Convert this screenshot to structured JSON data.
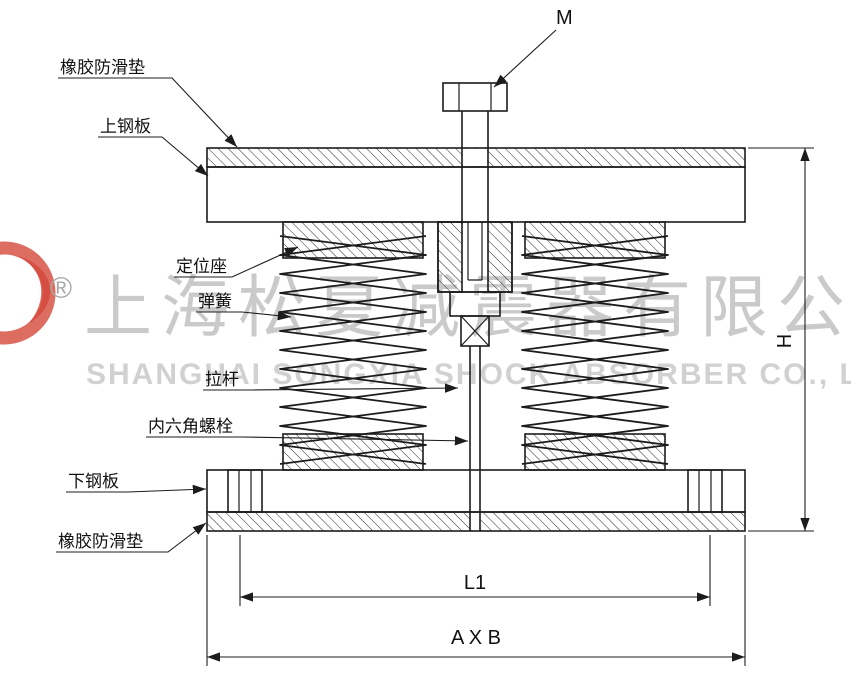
{
  "colors": {
    "line": "#1c1c1c",
    "watermark_gray": "#bdbdbd",
    "watermark_gray_en": "#c6c6c6",
    "logo_red": "#d5473a",
    "background": "#ffffff"
  },
  "watermark": {
    "registered": "®",
    "company_cn": "上海松夏减震器有限公司",
    "company_en": "SHANGHAI SONGXIA SHOCK ABSORBER CO., LTD"
  },
  "callouts": {
    "rubber_pad_top": "橡胶防滑垫",
    "upper_plate": "上钢板",
    "positioning_seat": "定位座",
    "spring": "弹簧",
    "tie_rod": "拉杆",
    "hex_socket_bolt": "内六角螺栓",
    "lower_plate": "下钢板",
    "rubber_pad_bottom": "橡胶防滑垫"
  },
  "dimensions": {
    "bolt_thread": "M",
    "height": "H",
    "inner_span": "L1",
    "base_size": "A X B"
  }
}
